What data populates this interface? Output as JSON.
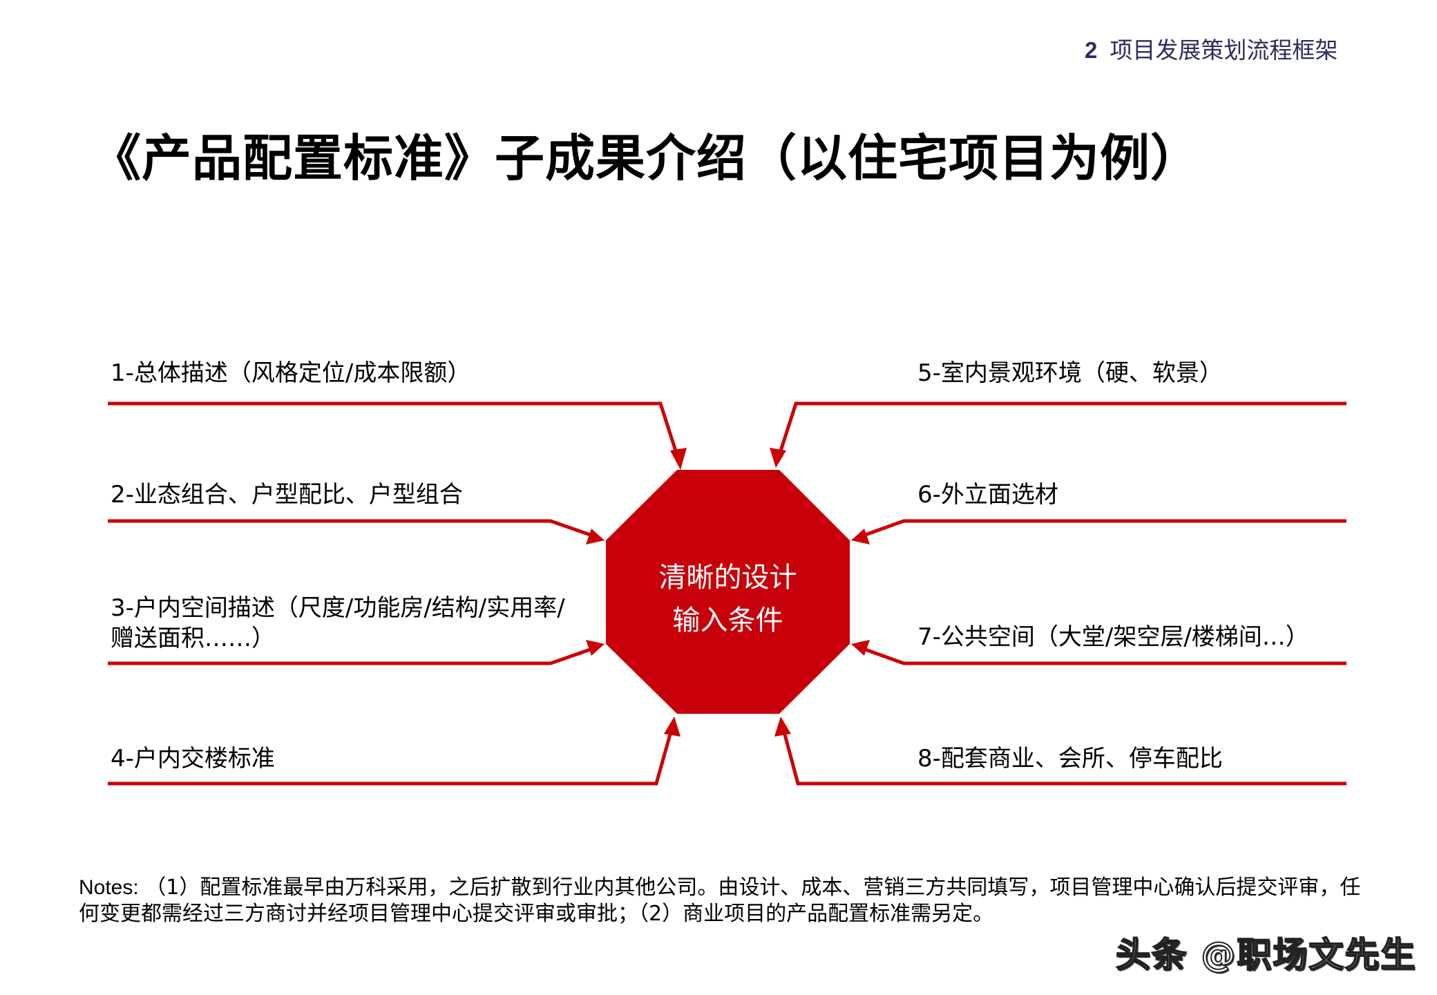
{
  "header": {
    "section_number": "2",
    "section_title": "项目发展策划流程框架"
  },
  "title": "《产品配置标准》子成果介绍（以住宅项目为例）",
  "center": {
    "line1": "清晰的设计",
    "line2": "输入条件",
    "fill_color": "#c8000a",
    "text_color": "#ffffff"
  },
  "connector_color": "#cc0000",
  "items_left": [
    {
      "label": "1-总体描述（风格定位/成本限额）"
    },
    {
      "label": "2-业态组合、户型配比、户型组合"
    },
    {
      "label": "3-户内空间描述（尺度/功能房/结构/实用率/赠送面积……）"
    },
    {
      "label": "4-户内交楼标准"
    }
  ],
  "items_right": [
    {
      "label": "5-室内景观环境（硬、软景）"
    },
    {
      "label": "6-外立面选材"
    },
    {
      "label": "7-公共空间（大堂/架空层/楼梯间…）"
    },
    {
      "label": "8-配套商业、会所、停车配比"
    }
  ],
  "notes": {
    "label": "Notes:",
    "text": "（1）配置标准最早由万科采用，之后扩散到行业内其他公司。由设计、成本、营销三方共同填写，项目管理中心确认后提交评审，任何变更都需经过三方商讨并经项目管理中心提交评审或审批；（2）商业项目的产品配置标准需另定。"
  },
  "watermark": "头条 @职场文先生",
  "colors": {
    "header_text": "#2b2d5c",
    "body_text": "#000000"
  }
}
